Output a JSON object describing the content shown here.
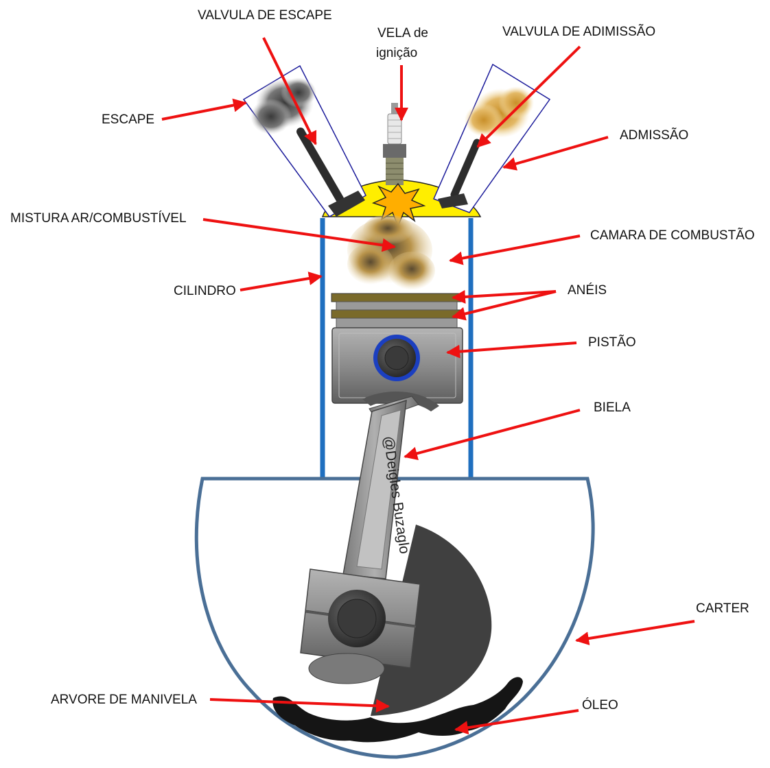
{
  "watermark": "@Deigles Buzaglo",
  "labels": {
    "exhaust_valve": "VALVULA DE ESCAPE",
    "spark_plug_line1": "VELA de",
    "spark_plug_line2": "ignição",
    "intake_valve": "VALVULA DE ADIMISSÃO",
    "exhaust": "ESCAPE",
    "intake": "ADMISSÃO",
    "air_fuel_mix": "MISTURA AR/COMBUSTÍVEL",
    "combustion_chamber": "CAMARA DE COMBUSTÃO",
    "cylinder": "CILINDRO",
    "rings": "ANÉIS",
    "piston": "PISTÃO",
    "connecting_rod": "BIELA",
    "crankcase": "CARTER",
    "crankshaft": "ARVORE DE MANIVELA",
    "oil": "ÓLEO"
  },
  "colors": {
    "arrow": "#ee1111",
    "cylinder_wall": "#1f6fbf",
    "crankcase_outline": "#4a6f96",
    "combustion_dome": "#ffee00",
    "valve_port_outline": "#1a1a9a",
    "piston_metal": "#8a8a8a",
    "piston_pin_ring": "#1b3fc0",
    "ring_band": "#7a6a2a",
    "crank_counterweight": "#404040",
    "oil": "#151515",
    "exhaust_smoke": "#555555",
    "intake_mixture": "#d9a640"
  },
  "icons": {
    "spark": "spark-burst-icon",
    "spark_plug": "spark-plug-icon"
  }
}
